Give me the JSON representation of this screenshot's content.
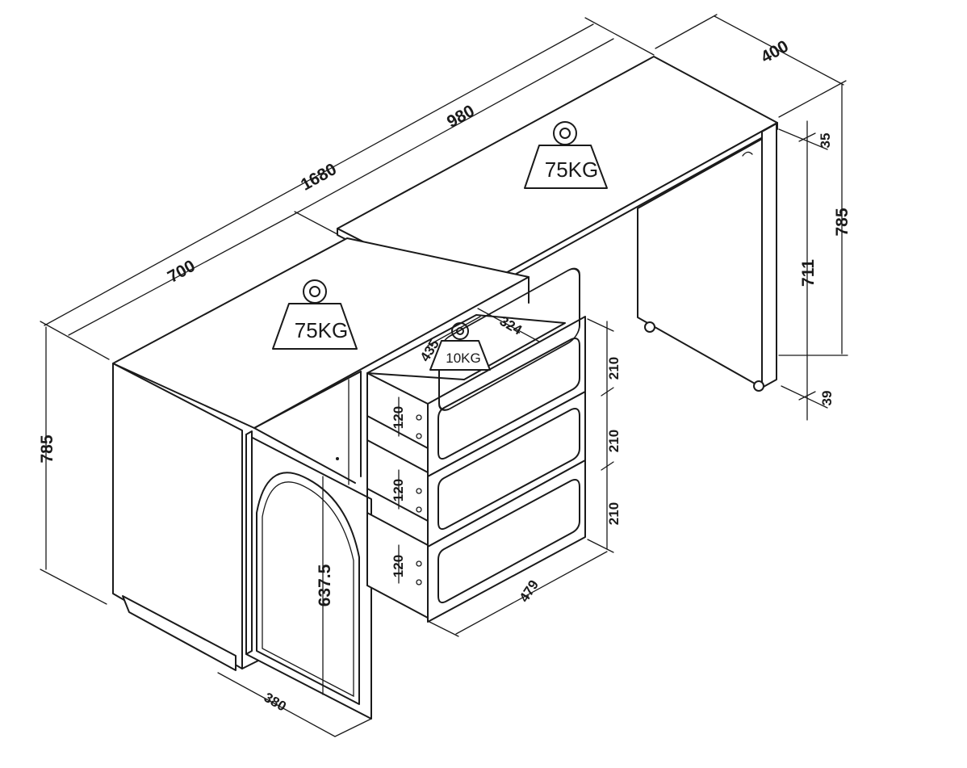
{
  "weights": {
    "desktop": "75KG",
    "cabinet_top": "75KG",
    "drawer": "10KG"
  },
  "dimensions": {
    "total_length": "1680",
    "desktop_length": "980",
    "cabinet_length": "700",
    "depth": "400",
    "top_thickness": "35",
    "height_right": "785",
    "leg_clearance": "711",
    "caster": "39",
    "height_left": "785",
    "drawer_depth": "435",
    "drawer_inner_width": "324",
    "drawer_height_1": "210",
    "drawer_height_2": "210",
    "drawer_height_3": "210",
    "drawer_inner_height_1": "120",
    "drawer_inner_height_2": "120",
    "drawer_inner_height_3": "120",
    "drawer_front_width": "479",
    "door_height": "637.5",
    "door_width": "380"
  }
}
